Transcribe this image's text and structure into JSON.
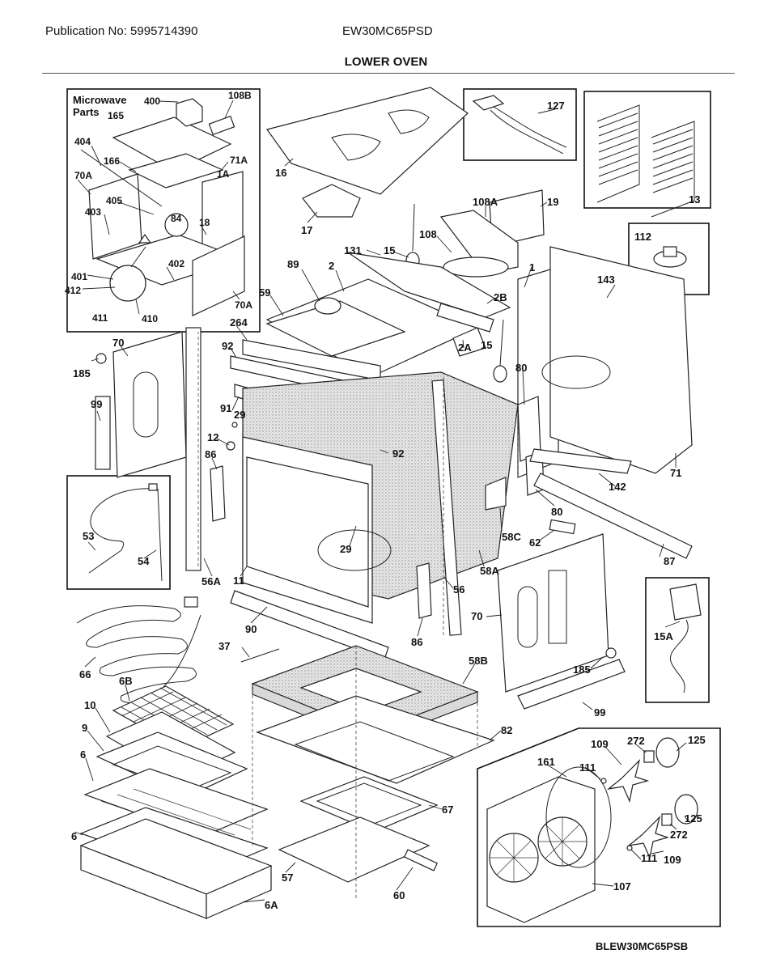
{
  "header": {
    "publication": "Publication No: 5995714390",
    "model": "EW30MC65PSD",
    "title": "LOWER OVEN"
  },
  "footer": {
    "code": "BLEW30MC65PSB"
  },
  "insets": {
    "microwave": {
      "title_line1": "Microwave",
      "title_line2": "Parts"
    }
  },
  "labels": [
    {
      "id": "400",
      "text": "400"
    },
    {
      "id": "108B",
      "text": "108B"
    },
    {
      "id": "165",
      "text": "165"
    },
    {
      "id": "404",
      "text": "404"
    },
    {
      "id": "166",
      "text": "166"
    },
    {
      "id": "71A",
      "text": "71A"
    },
    {
      "id": "1A",
      "text": "1A"
    },
    {
      "id": "70A-1",
      "text": "70A"
    },
    {
      "id": "405",
      "text": "405"
    },
    {
      "id": "84",
      "text": "84"
    },
    {
      "id": "18",
      "text": "18"
    },
    {
      "id": "403",
      "text": "403"
    },
    {
      "id": "402",
      "text": "402"
    },
    {
      "id": "401",
      "text": "401"
    },
    {
      "id": "412",
      "text": "412"
    },
    {
      "id": "411",
      "text": "411"
    },
    {
      "id": "410",
      "text": "410"
    },
    {
      "id": "70A-2",
      "text": "70A"
    },
    {
      "id": "16",
      "text": "16"
    },
    {
      "id": "17",
      "text": "17"
    },
    {
      "id": "127",
      "text": "127"
    },
    {
      "id": "13",
      "text": "13"
    },
    {
      "id": "108A",
      "text": "108A"
    },
    {
      "id": "19",
      "text": "19"
    },
    {
      "id": "108",
      "text": "108"
    },
    {
      "id": "15-1",
      "text": "15"
    },
    {
      "id": "131",
      "text": "131"
    },
    {
      "id": "89",
      "text": "89"
    },
    {
      "id": "2",
      "text": "2"
    },
    {
      "id": "1",
      "text": "1"
    },
    {
      "id": "112",
      "text": "112"
    },
    {
      "id": "143",
      "text": "143"
    },
    {
      "id": "2B",
      "text": "2B"
    },
    {
      "id": "59",
      "text": "59"
    },
    {
      "id": "264",
      "text": "264"
    },
    {
      "id": "2A",
      "text": "2A"
    },
    {
      "id": "15-2",
      "text": "15"
    },
    {
      "id": "70-1",
      "text": "70"
    },
    {
      "id": "185-1",
      "text": "185"
    },
    {
      "id": "92-1",
      "text": "92"
    },
    {
      "id": "80-1",
      "text": "80"
    },
    {
      "id": "99-1",
      "text": "99"
    },
    {
      "id": "91",
      "text": "91"
    },
    {
      "id": "29-1",
      "text": "29"
    },
    {
      "id": "12",
      "text": "12"
    },
    {
      "id": "92-2",
      "text": "92"
    },
    {
      "id": "86-1",
      "text": "86"
    },
    {
      "id": "71",
      "text": "71"
    },
    {
      "id": "142",
      "text": "142"
    },
    {
      "id": "80-2",
      "text": "80"
    },
    {
      "id": "58C",
      "text": "58C"
    },
    {
      "id": "62",
      "text": "62"
    },
    {
      "id": "53",
      "text": "53"
    },
    {
      "id": "54",
      "text": "54"
    },
    {
      "id": "29-2",
      "text": "29"
    },
    {
      "id": "87",
      "text": "87"
    },
    {
      "id": "58A",
      "text": "58A"
    },
    {
      "id": "56A",
      "text": "56A"
    },
    {
      "id": "11",
      "text": "11"
    },
    {
      "id": "56",
      "text": "56"
    },
    {
      "id": "15A",
      "text": "15A"
    },
    {
      "id": "90",
      "text": "90"
    },
    {
      "id": "86-2",
      "text": "86"
    },
    {
      "id": "70-2",
      "text": "70"
    },
    {
      "id": "37",
      "text": "37"
    },
    {
      "id": "66",
      "text": "66"
    },
    {
      "id": "58B",
      "text": "58B"
    },
    {
      "id": "185-2",
      "text": "185"
    },
    {
      "id": "6B",
      "text": "6B"
    },
    {
      "id": "99-2",
      "text": "99"
    },
    {
      "id": "10",
      "text": "10"
    },
    {
      "id": "9",
      "text": "9"
    },
    {
      "id": "82",
      "text": "82"
    },
    {
      "id": "109-1",
      "text": "109"
    },
    {
      "id": "272-1",
      "text": "272"
    },
    {
      "id": "125-1",
      "text": "125"
    },
    {
      "id": "6-1",
      "text": "6"
    },
    {
      "id": "161",
      "text": "161"
    },
    {
      "id": "111-1",
      "text": "111"
    },
    {
      "id": "67",
      "text": "67"
    },
    {
      "id": "125-2",
      "text": "125"
    },
    {
      "id": "6-2",
      "text": "6"
    },
    {
      "id": "272-2",
      "text": "272"
    },
    {
      "id": "111-2",
      "text": "111"
    },
    {
      "id": "109-2",
      "text": "109"
    },
    {
      "id": "57",
      "text": "57"
    },
    {
      "id": "107",
      "text": "107"
    },
    {
      "id": "60",
      "text": "60"
    },
    {
      "id": "6A",
      "text": "6A"
    }
  ]
}
